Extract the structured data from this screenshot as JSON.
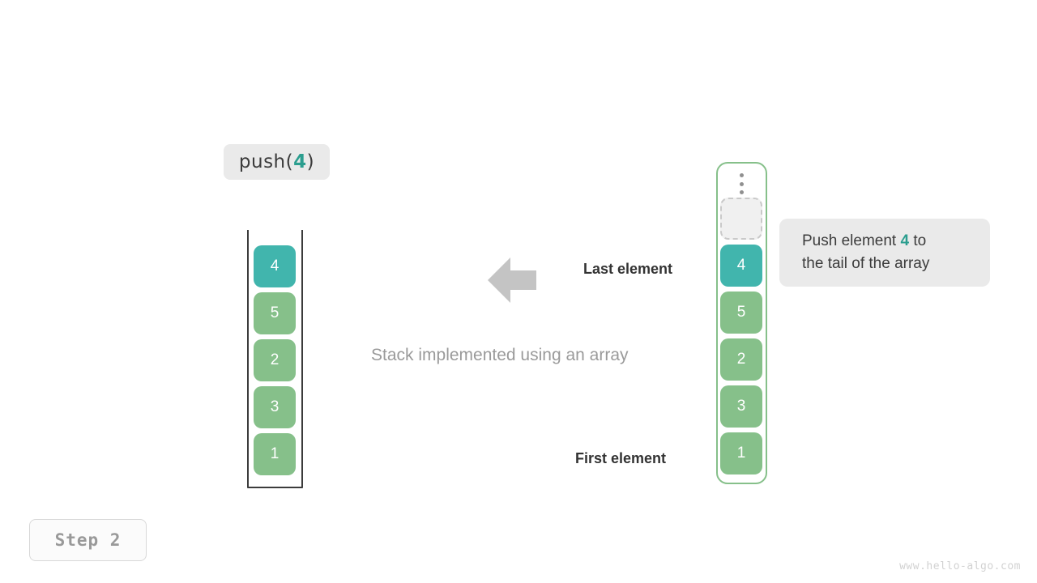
{
  "operation": {
    "prefix": "push(",
    "argument": "4",
    "suffix": ")"
  },
  "caption": "Stack implemented using an array",
  "annotations": {
    "last_element": "Last element",
    "first_element": "First element"
  },
  "callout": {
    "line1_before": "Push element ",
    "line1_accent": "4",
    "line1_after": " to",
    "line2": "the tail of the array"
  },
  "left_stack": {
    "name": "stack-view",
    "cells": [
      {
        "value": "4",
        "style": "teal"
      },
      {
        "value": "5",
        "style": "green"
      },
      {
        "value": "2",
        "style": "green"
      },
      {
        "value": "3",
        "style": "green"
      },
      {
        "value": "1",
        "style": "green"
      }
    ]
  },
  "right_array": {
    "name": "array-view",
    "ellipsis_icon": "vertical-ellipsis-icon",
    "cells": [
      {
        "value": "",
        "style": "ghost"
      },
      {
        "value": "4",
        "style": "teal"
      },
      {
        "value": "5",
        "style": "green"
      },
      {
        "value": "2",
        "style": "green"
      },
      {
        "value": "3",
        "style": "green"
      },
      {
        "value": "1",
        "style": "green"
      }
    ]
  },
  "arrow": {
    "icon": "arrow-left-icon",
    "color": "#c4c4c4"
  },
  "step_badge": "Step 2",
  "watermark": "www.hello-algo.com",
  "colors": {
    "teal": "#41b5ad",
    "green": "#86c08a",
    "accent_text": "#2c9e8f",
    "chip_bg": "#eaeaea",
    "caption_gray": "#9a9a9a"
  }
}
